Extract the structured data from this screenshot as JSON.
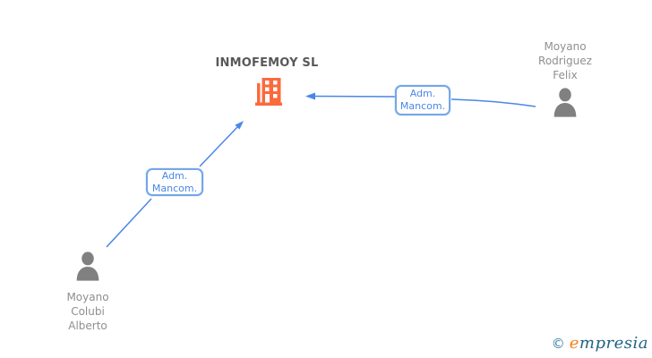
{
  "company": {
    "name": "INMOFEMOY SL"
  },
  "persons": {
    "top_right": {
      "line1": "Moyano",
      "line2": "Rodriguez",
      "line3": "Felix"
    },
    "bottom_left": {
      "line1": "Moyano",
      "line2": "Colubi",
      "line3": "Alberto"
    }
  },
  "relations": {
    "right": {
      "line1": "Adm.",
      "line2": "Mancom.",
      "from": "Moyano Rodriguez Felix",
      "to": "INMOFEMOY SL"
    },
    "left": {
      "line1": "Adm.",
      "line2": "Mancom.",
      "from": "Moyano Colubi Alberto",
      "to": "INMOFEMOY SL"
    }
  },
  "logo": {
    "copyright": "©",
    "brand_initial": "e",
    "brand_rest": "mpresia"
  },
  "colors": {
    "arrow_blue": "#4a86e8",
    "label_border": "#74a7e8",
    "label_text": "#4a86e8",
    "building_orange": "#fb6a3d",
    "person_gray": "#808080",
    "company_name_gray": "#595959",
    "person_name_gray": "#8f8f8f",
    "logo_teal": "#2e7fa6",
    "logo_dark_teal": "#1f6483",
    "logo_orange": "#f08119"
  }
}
